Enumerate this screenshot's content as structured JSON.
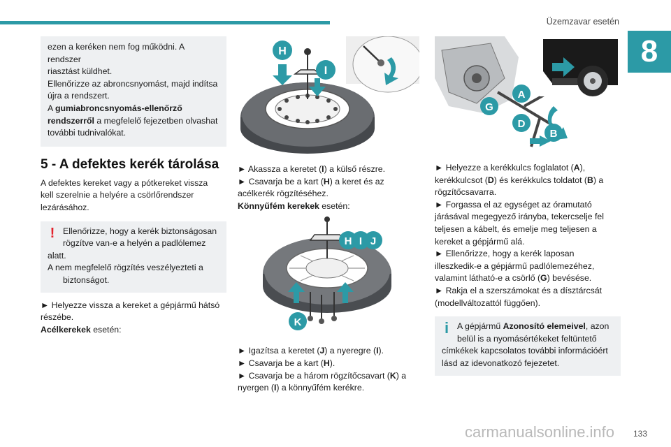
{
  "header": {
    "title": "Üzemzavar esetén",
    "chapter": "8"
  },
  "col1": {
    "note": [
      "ezen a keréken nem fog működni. A rendszer",
      "riasztást küldhet.",
      "Ellenőrizze az abroncsnyomást, majd indítsa",
      "újra a rendszert."
    ],
    "note_a": "A ",
    "note_bold1": "gumiabroncsnyomás-ellenőrző",
    "note_bold2": "rendszerről",
    "note_rest": " a megfelelő fejezetben olvashat",
    "note_last": "további tudnivalókat.",
    "section_title": "5 - A defektes kerék tárolása",
    "intro": [
      "A defektes kereket vagy a pótkereket vissza",
      "kell szerelnie a helyére a csörlőrendszer",
      "lezárásához."
    ],
    "warn": [
      "Ellenőrizze, hogy a kerék biztonságosan",
      "rögzítve van-e a helyén a padlólemez",
      "alatt.",
      "A nem megfelelő rögzítés veszélyezteti a",
      "biztonságot."
    ],
    "warn_mark": "!",
    "step": [
      "► Helyezze vissza a kereket a gépjármű hátsó",
      "részébe."
    ],
    "steel_bold": "Acélkerekek",
    "steel_rest": " esetén:"
  },
  "col2": {
    "fig1_labels": {
      "h": "H",
      "i": "I"
    },
    "steps1": [
      "► Akassza a keretet (",
      "I",
      ") a külső részre.",
      "► Csavarja be a kart (",
      "H",
      ") a keret és az",
      "acélkerék rögzítéséhez."
    ],
    "alloy_bold": "Könnyűfém kerekek",
    "alloy_rest": " esetén:",
    "fig2_labels": {
      "h": "H",
      "i": "I",
      "j": "J",
      "k": "K"
    },
    "steps2": {
      "a1": "► Igazítsa a keretet (",
      "a2": "J",
      "a3": ") a nyeregre (",
      "a4": "I",
      "a5": ").",
      "b1": "► Csavarja be a kart (",
      "b2": "H",
      "b3": ").",
      "c1": "► Csavarja be a három rögzítőcsavart (",
      "c2": "K",
      "c3": ") a",
      "d1": "nyergen (",
      "d2": "I",
      "d3": ") a könnyűfém kerékre."
    }
  },
  "col3": {
    "fig_labels": {
      "a": "A",
      "b": "B",
      "d": "D",
      "g": "G"
    },
    "s1": {
      "t1": "► Helyezze a kerékkulcs foglalatot (",
      "t2": "A",
      "t3": "),",
      "t4": "kerékkulcsot (",
      "t5": "D",
      "t6": ") és kerékkulcs toldatot (",
      "t7": "B",
      "t8": ") a",
      "t9": "rögzítőcsavarra."
    },
    "s2": [
      "► Forgassa el az egységet az óramutató",
      "járásával megegyező irányba, tekercselje fel",
      "teljesen a kábelt, és emelje meg teljesen a",
      "kereket a gépjármű alá.",
      "► Ellenőrizze, hogy a kerék laposan",
      "illeszkedik-e a gépjármű padlólemezéhez,"
    ],
    "s3": {
      "t1": "valamint látható-e a csörlő (",
      "t2": "G",
      "t3": ") bevésése."
    },
    "s4": [
      "► Rakja el a szerszámokat és a dísztárcsát",
      "(modellváltozattól függően)."
    ],
    "info_mark": "i",
    "info": {
      "t1": "A gépjármű ",
      "t2": "Azonosító elemeivel",
      "t3": ", azon",
      "t4": "belül is a nyomásértékeket feltüntető",
      "t5": "címkékek kapcsolatos további információért",
      "t6": "lásd az idevonatkozó fejezetet."
    }
  },
  "footer": {
    "page": "133"
  },
  "watermark": "carmanualsonline.info",
  "colors": {
    "accent": "#2c9aa6",
    "warning": "#e3212b",
    "box": "#eef0f2"
  }
}
